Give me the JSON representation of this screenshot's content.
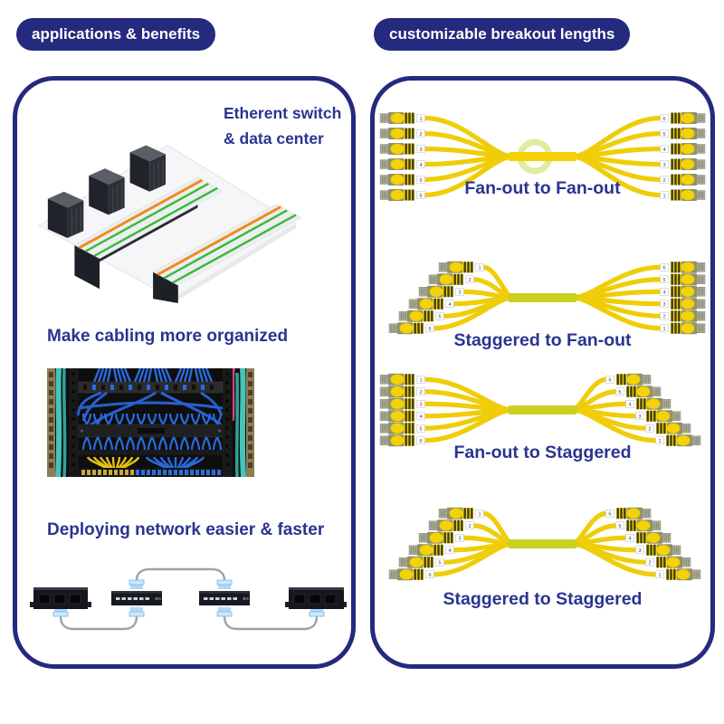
{
  "badges": {
    "left": "applications & benefits",
    "right": "customizable breakout lengths"
  },
  "left_panel": {
    "section_datacenter": {
      "title_line1": "Etherent switch",
      "title_line2": "& data center"
    },
    "section_cabling": {
      "title": "Make cabling more organized"
    },
    "section_deploy": {
      "title": "Deploying network easier & faster"
    }
  },
  "right_panel": {
    "connector_count_per_side": 6,
    "connector_numbers_left": [
      "1",
      "2",
      "3",
      "4",
      "5",
      "6"
    ],
    "connector_numbers_right": [
      "6",
      "5",
      "4",
      "3",
      "2",
      "1"
    ],
    "diagrams": [
      {
        "label": "Fan-out to Fan-out",
        "left_end": "fan-out",
        "right_end": "fan-out"
      },
      {
        "label": "Staggered to Fan-out",
        "left_end": "staggered",
        "right_end": "fan-out"
      },
      {
        "label": "Fan-out to Staggered",
        "left_end": "fan-out",
        "right_end": "staggered"
      },
      {
        "label": "Staggered to Staggered",
        "left_end": "staggered",
        "right_end": "staggered"
      }
    ]
  },
  "colors": {
    "navy": "#242a7d",
    "heading_navy": "#2a3490",
    "cable_yellow": "#f3d308",
    "trunk_olive": "#c9d020",
    "orange_line": "#f08a1e",
    "green_line": "#3cb93c",
    "blue_cable": "#2a6ade",
    "teal_cable": "#45c4ba",
    "connector_blue": "#74b7ee"
  }
}
